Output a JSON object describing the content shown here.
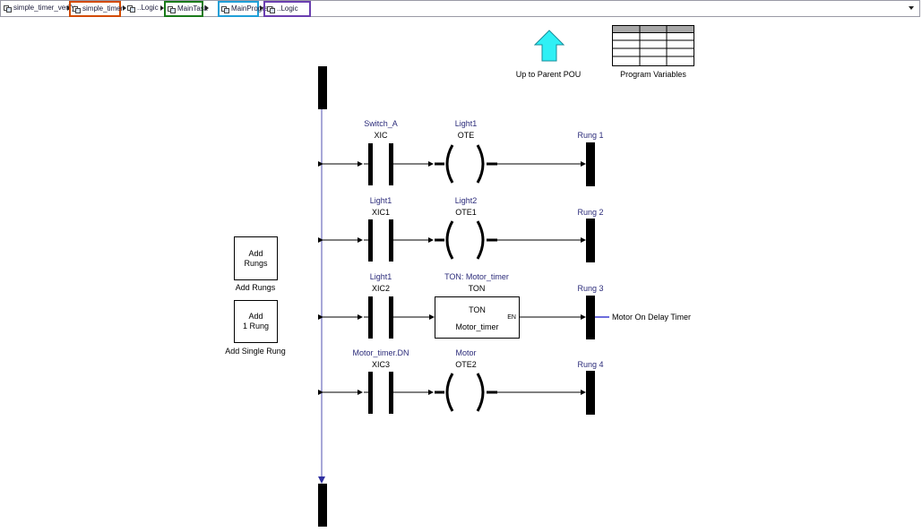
{
  "breadcrumb": [
    {
      "label": "simple_timer_verify",
      "border": ""
    },
    {
      "label": "simple_timer",
      "border": "#d24a00"
    },
    {
      "label": "..Logic",
      "border": ""
    },
    {
      "label": "MainTask",
      "border": "#1a7a1a"
    },
    {
      "label": "MainProgram",
      "border": "#1f9fd8"
    },
    {
      "label": "..Logic",
      "border": "#6b3fb0"
    }
  ],
  "top_controls": {
    "up_to_parent_label": "Up to Parent POU",
    "program_variables_label": "Program Variables"
  },
  "side_buttons": {
    "add_rungs_box": "Add\nRungs",
    "add_rungs_caption": "Add Rungs",
    "add_one_box": "Add\n1 Rung",
    "add_one_caption": "Add Single Rung"
  },
  "rungs": [
    {
      "var1": "Switch_A",
      "instr1": "XIC",
      "var2": "Light1",
      "instr2": "OTE",
      "rung_label": "Rung 1"
    },
    {
      "var1": "Light1",
      "instr1": "XIC1",
      "var2": "Light2",
      "instr2": "OTE1",
      "rung_label": "Rung 2"
    },
    {
      "var1": "Light1",
      "instr1": "XIC2",
      "var2": "TON: Motor_timer",
      "instr2": "TON",
      "rung_label": "Rung 3",
      "ton_title": "TON",
      "ton_name": "Motor_timer",
      "ton_output": "EN",
      "comment": "Motor On Delay Timer"
    },
    {
      "var1": "Motor_timer.DN",
      "instr1": "XIC3",
      "var2": "Motor",
      "instr2": "OTE2",
      "rung_label": "Rung 4"
    }
  ],
  "colors": {
    "arrow_fill": "#2ff0f5",
    "wire": "#000000",
    "comment_line": "#3b3bd0",
    "var_label": "#2b2b7a"
  }
}
